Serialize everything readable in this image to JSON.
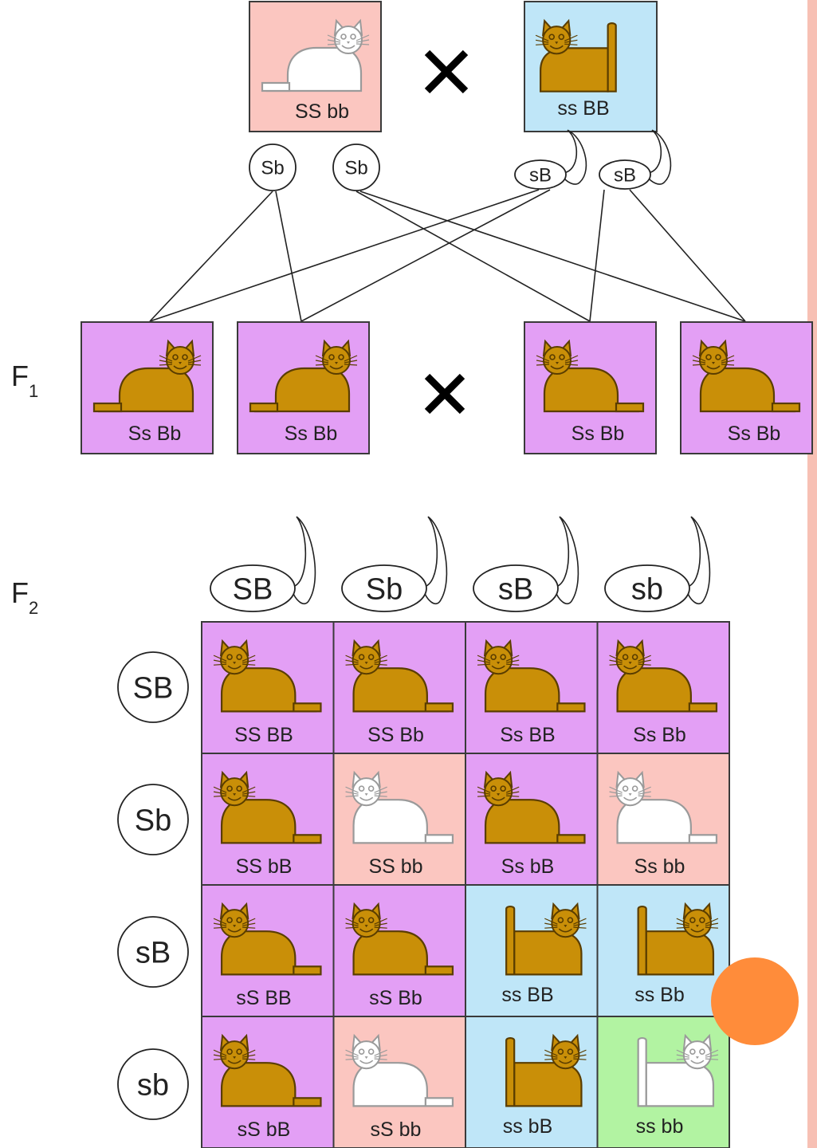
{
  "colors": {
    "pink": "#fbc6c0",
    "blue": "#bfe6f8",
    "purple": "#e39ff5",
    "green": "#b2f3a2",
    "orange_cat": "#c98f08",
    "border": "#3a3a3a",
    "accent_bar": "#f7c0b4",
    "accent_dot": "#ff8c3a"
  },
  "parents": {
    "left": {
      "genotype": "SS bb",
      "color": "pink",
      "cat": "white-short"
    },
    "right": {
      "genotype": "ss BB",
      "color": "blue",
      "cat": "orange-tail"
    },
    "cross_symbol": "×"
  },
  "parent_gametes": {
    "left": [
      {
        "label": "Sb",
        "type": "egg"
      },
      {
        "label": "Sb",
        "type": "egg"
      }
    ],
    "right": [
      {
        "label": "sB",
        "type": "sperm"
      },
      {
        "label": "sB",
        "type": "sperm"
      }
    ]
  },
  "f1": {
    "label": "F",
    "sub": "1",
    "cross_symbol": "×",
    "offspring": [
      {
        "genotype": "Ss Bb",
        "color": "purple",
        "cat": "orange-short",
        "facing": "right"
      },
      {
        "genotype": "Ss Bb",
        "color": "purple",
        "cat": "orange-short",
        "facing": "right"
      },
      {
        "genotype": "Ss Bb",
        "color": "purple",
        "cat": "orange-short",
        "facing": "left"
      },
      {
        "genotype": "Ss Bb",
        "color": "purple",
        "cat": "orange-short",
        "facing": "left"
      }
    ]
  },
  "f2": {
    "label": "F",
    "sub": "2",
    "sperm": [
      "SB",
      "Sb",
      "sB",
      "sb"
    ],
    "eggs": [
      "SB",
      "Sb",
      "sB",
      "sb"
    ],
    "grid": [
      [
        {
          "genotype": "SS BB",
          "color": "purple",
          "cat": "orange-short"
        },
        {
          "genotype": "SS Bb",
          "color": "purple",
          "cat": "orange-short"
        },
        {
          "genotype": "Ss BB",
          "color": "purple",
          "cat": "orange-short"
        },
        {
          "genotype": "Ss Bb",
          "color": "purple",
          "cat": "orange-short"
        }
      ],
      [
        {
          "genotype": "SS bB",
          "color": "purple",
          "cat": "orange-short"
        },
        {
          "genotype": "SS bb",
          "color": "pink",
          "cat": "white-short"
        },
        {
          "genotype": "Ss bB",
          "color": "purple",
          "cat": "orange-short"
        },
        {
          "genotype": "Ss bb",
          "color": "pink",
          "cat": "white-short"
        }
      ],
      [
        {
          "genotype": "sS BB",
          "color": "purple",
          "cat": "orange-short"
        },
        {
          "genotype": "sS Bb",
          "color": "purple",
          "cat": "orange-short"
        },
        {
          "genotype": "ss BB",
          "color": "blue",
          "cat": "orange-tail"
        },
        {
          "genotype": "ss Bb",
          "color": "blue",
          "cat": "orange-tail"
        }
      ],
      [
        {
          "genotype": "sS bB",
          "color": "purple",
          "cat": "orange-short"
        },
        {
          "genotype": "sS bb",
          "color": "pink",
          "cat": "white-short"
        },
        {
          "genotype": "ss bB",
          "color": "blue",
          "cat": "orange-tail"
        },
        {
          "genotype": "ss bb",
          "color": "green",
          "cat": "white-tail"
        }
      ]
    ]
  }
}
